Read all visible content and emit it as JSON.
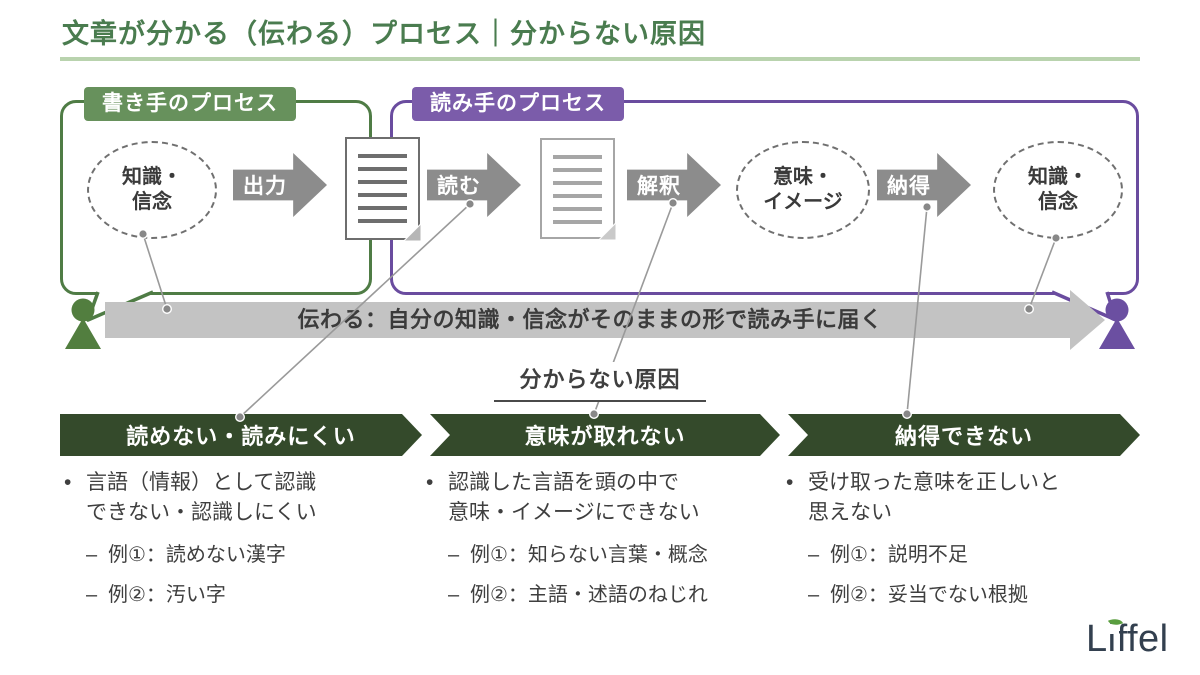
{
  "title": "文章が分かる（伝わる）プロセス｜分からない原因",
  "writer_process": {
    "label": "書き手のプロセス",
    "knowledge_oval": [
      "知識・",
      "信念"
    ],
    "output_arrow": "出力"
  },
  "reader_process": {
    "label": "読み手のプロセス",
    "read_arrow": "読む",
    "interpret_arrow": "解釈",
    "meaning_oval": [
      "意味・",
      "イメージ"
    ],
    "accept_arrow": "納得",
    "knowledge_oval": [
      "知識・",
      "信念"
    ]
  },
  "conveyed_banner": "伝わる：自分の知識・信念がそのままの形で読み手に届く",
  "causes": {
    "heading": "分からない原因",
    "stages": [
      {
        "label": "読めない・読みにくい",
        "description_lines": [
          "言語（情報）として認識",
          "できない・認識しにくい"
        ],
        "examples": [
          "例①：読めない漢字",
          "例②：汚い字"
        ]
      },
      {
        "label": "意味が取れない",
        "description_lines": [
          "認識した言語を頭の中で",
          "意味・イメージにできない"
        ],
        "examples": [
          "例①：知らない言葉・概念",
          "例②：主語・述語のねじれ"
        ]
      },
      {
        "label": "納得できない",
        "description_lines": [
          "受け取った意味を正しいと",
          "思えない"
        ],
        "examples": [
          "例①：説明不足",
          "例②：妥当でない根拠"
        ]
      }
    ]
  },
  "logo": "Liffel",
  "colors": {
    "title_green": "#4a7c4f",
    "underline_green": "#b9d3ae",
    "writer_badge_green": "#67915c",
    "writer_border_green": "#4f7c45",
    "person_green": "#527e3f",
    "reader_badge_purple": "#7b5caa",
    "reader_border_purple": "#6a4c9f",
    "person_purple": "#6b4fa1",
    "flow_arrow_gray": "#8c8c8c",
    "conveyed_banner_gray": "#c3c3c3",
    "stage_banner_dark_green": "#344a2b",
    "body_text": "#3f3f3f",
    "logo_navy": "#33404f",
    "logo_leaf_green": "#5a9e3f"
  }
}
